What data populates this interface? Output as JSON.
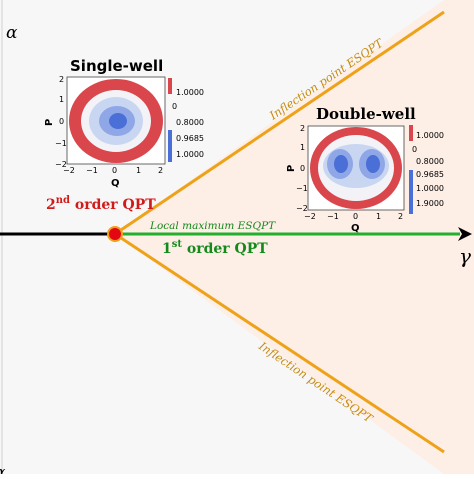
{
  "colors": {
    "background": "#f7f7f7",
    "region_right": "#fdeee6",
    "axis": "#000000",
    "esqpt_lines": "#eea21a",
    "first_order_line": "#22b02c",
    "critical_point": "#e30613",
    "critical_point_ring": "#f2a01c",
    "second_order_label": "#d11a1a",
    "local_max_label": "#138a1c",
    "map_red": "#d9464c",
    "map_blue_light": "#c9d6f2",
    "map_blue_dark": "#4a6fd6"
  },
  "axes": {
    "vertical_label": "α",
    "horizontal_label": "γ",
    "bottom_left_partial_label": "α"
  },
  "labels": {
    "second_order_prefix": "2",
    "second_order_sup": "nd",
    "second_order_suffix": " order QPT",
    "first_order_prefix": "1",
    "first_order_sup": "st",
    "first_order_suffix": " order QPT",
    "local_maximum": "Local maximum ESQPT",
    "inflection_upper": "Inflection point ESQPT",
    "inflection_lower": "Inflection point ESQPT"
  },
  "insets": {
    "single_well": {
      "title": "Single-well",
      "xlabel": "Q",
      "ylabel": "P",
      "xticks": [
        "−2",
        "−1",
        "0",
        "1",
        "2"
      ],
      "yticks": [
        "2",
        "1",
        "0",
        "−1",
        "−2"
      ],
      "colorbar_ticks": [
        "1.0000",
        "0",
        "0.8000",
        "0.9685",
        "1.0000"
      ]
    },
    "double_well": {
      "title": "Double-well",
      "xlabel": "Q",
      "ylabel": "P",
      "xticks": [
        "−2",
        "−1",
        "0",
        "1",
        "2"
      ],
      "yticks": [
        "2",
        "1",
        "0",
        "−1",
        "−2"
      ],
      "colorbar_ticks": [
        "1.0000",
        "0",
        "0.8000",
        "0.9685",
        "1.0000",
        "1.9000"
      ]
    }
  }
}
